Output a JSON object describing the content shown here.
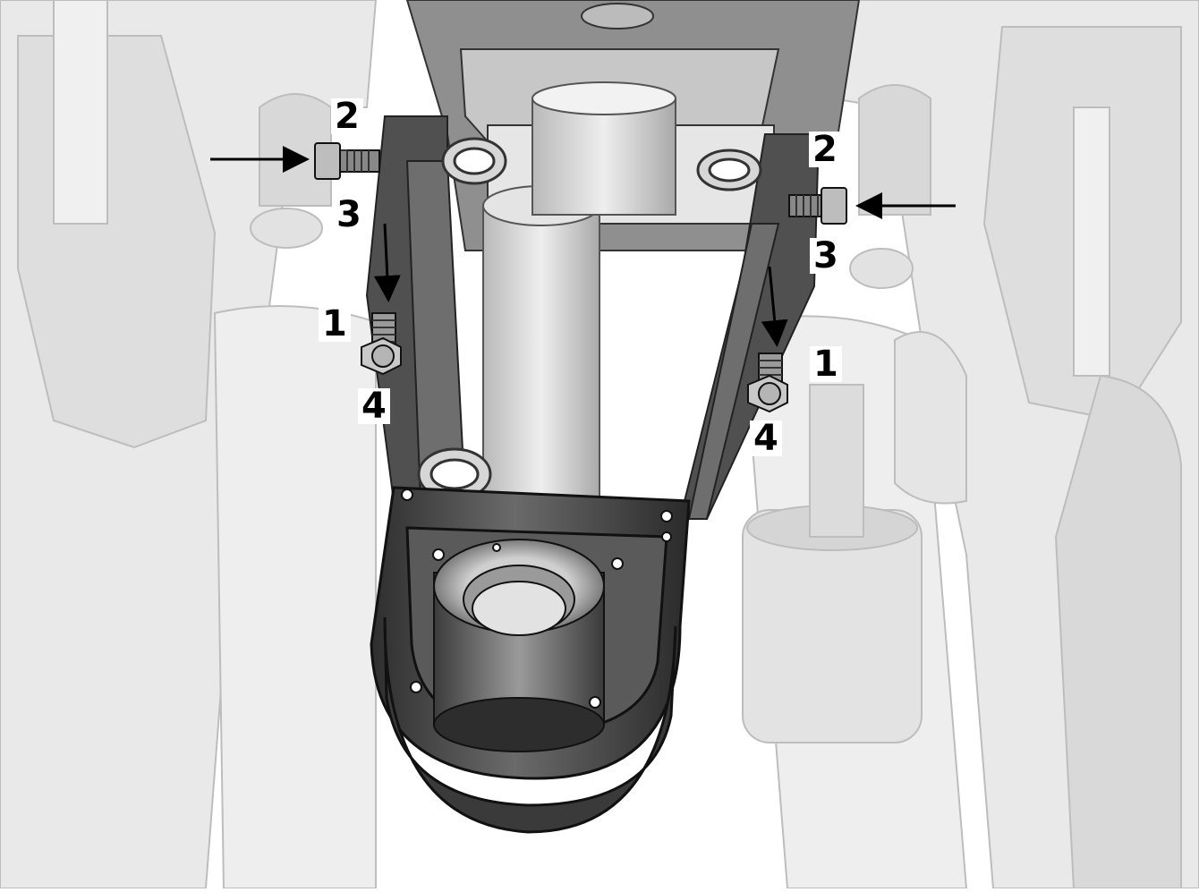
{
  "callouts": {
    "left": {
      "c2": "2",
      "c3": "3",
      "c1": "1",
      "c4": "4"
    },
    "right": {
      "c2": "2",
      "c3": "3",
      "c1": "1",
      "c4": "4"
    }
  },
  "colors": {
    "ghost_fill": "#e9e9e9",
    "ghost_edge": "#bdbdbd",
    "part_dark": "#4a4a4a",
    "part_mid": "#8c8c8c",
    "part_light": "#d0d0d0",
    "bolt": "#9a9a9a"
  }
}
